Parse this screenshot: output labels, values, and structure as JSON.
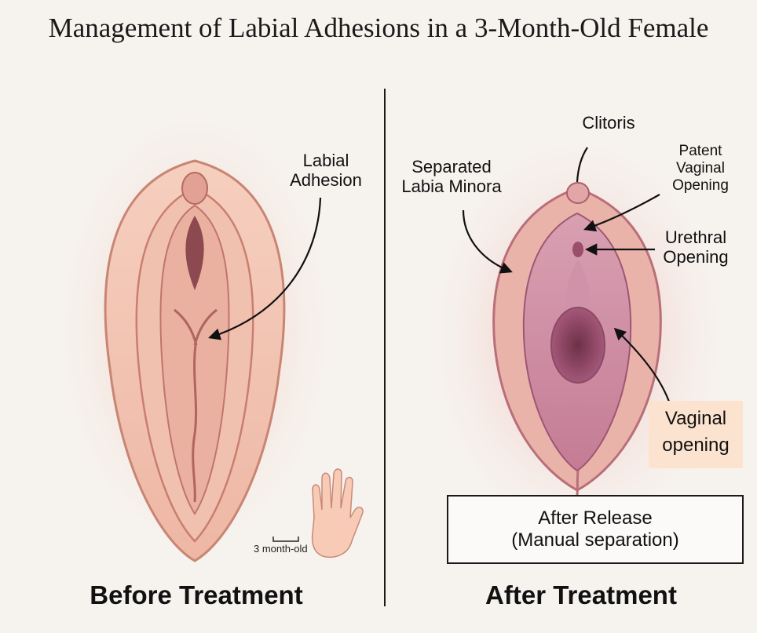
{
  "title": "Management of Labial Adhesions in a 3-Month-Old Female",
  "before": {
    "adhesion_label_line1": "Labial",
    "adhesion_label_line2": "Adhesion",
    "scale_label": "3 month-old",
    "caption": "Before Treatment"
  },
  "after": {
    "clitoris_label": "Clitoris",
    "separated_line1": "Separated",
    "separated_line2": "Labia Minora",
    "patent_line1": "Patent",
    "patent_line2": "Vaginal",
    "patent_line3": "Opening",
    "urethral_line1": "Urethral",
    "urethral_line2": "Opening",
    "vaginal_line1": "Vaginal",
    "vaginal_line2": "opening",
    "release_line1": "After Release",
    "release_line2": "(Manual separation)",
    "caption": "After Treatment"
  },
  "colors": {
    "skin": "#f3c8b7",
    "labia_outer": "#eab1a0",
    "labia_inner": "#d98d86",
    "after_inner": "#c9869e",
    "opening": "#8e4a5e",
    "label_highlight": "#fbe3cf"
  }
}
